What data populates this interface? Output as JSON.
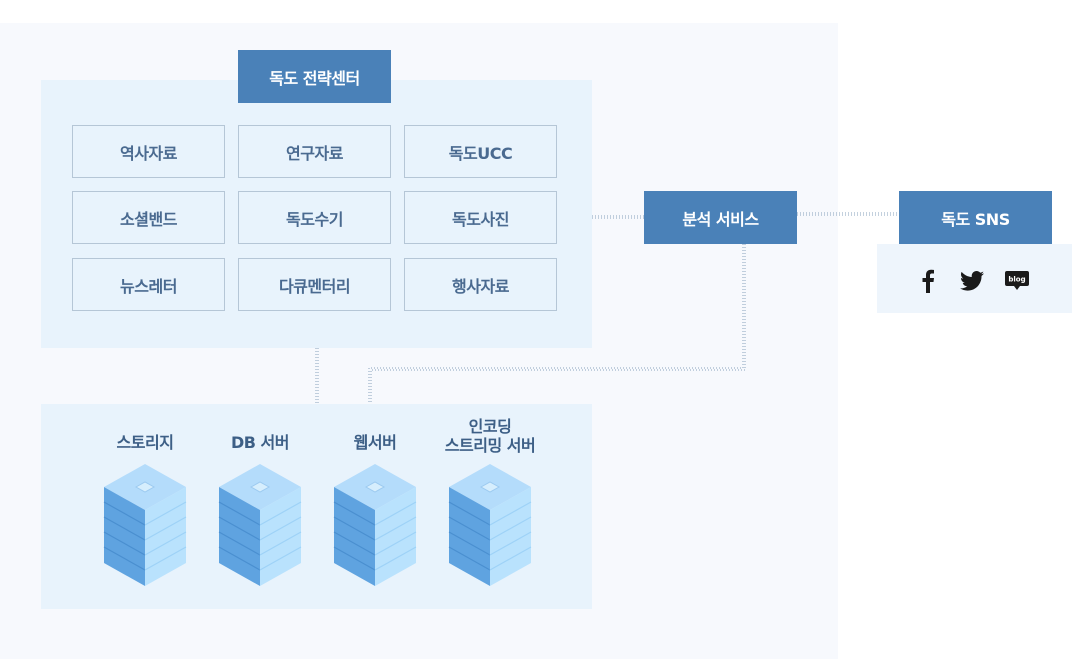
{
  "strategy_center": {
    "title": "독도 전략센터",
    "categories": [
      "역사자료",
      "연구자료",
      "독도UCC",
      "소셜밴드",
      "독도수기",
      "독도사진",
      "뉴스레터",
      "다큐멘터리",
      "행사자료"
    ]
  },
  "analysis_service": {
    "label": "분석 서비스"
  },
  "sns": {
    "label": "독도 SNS",
    "icons": [
      "facebook-icon",
      "twitter-icon",
      "blog-icon"
    ],
    "blog_text": "blog"
  },
  "servers": [
    {
      "line1": "스토리지",
      "line2": ""
    },
    {
      "line1": "DB 서버",
      "line2": ""
    },
    {
      "line1": "웹서버",
      "line2": ""
    },
    {
      "line1": "인코딩",
      "line2": "스트리밍 서버"
    }
  ],
  "colors": {
    "header": "#4a81b8",
    "panel": "#e8f3fc",
    "outer": "#f7f9fd",
    "text": "#4a6a90",
    "server_side": "#5fa3e0",
    "server_top": "#b4dcfb"
  }
}
